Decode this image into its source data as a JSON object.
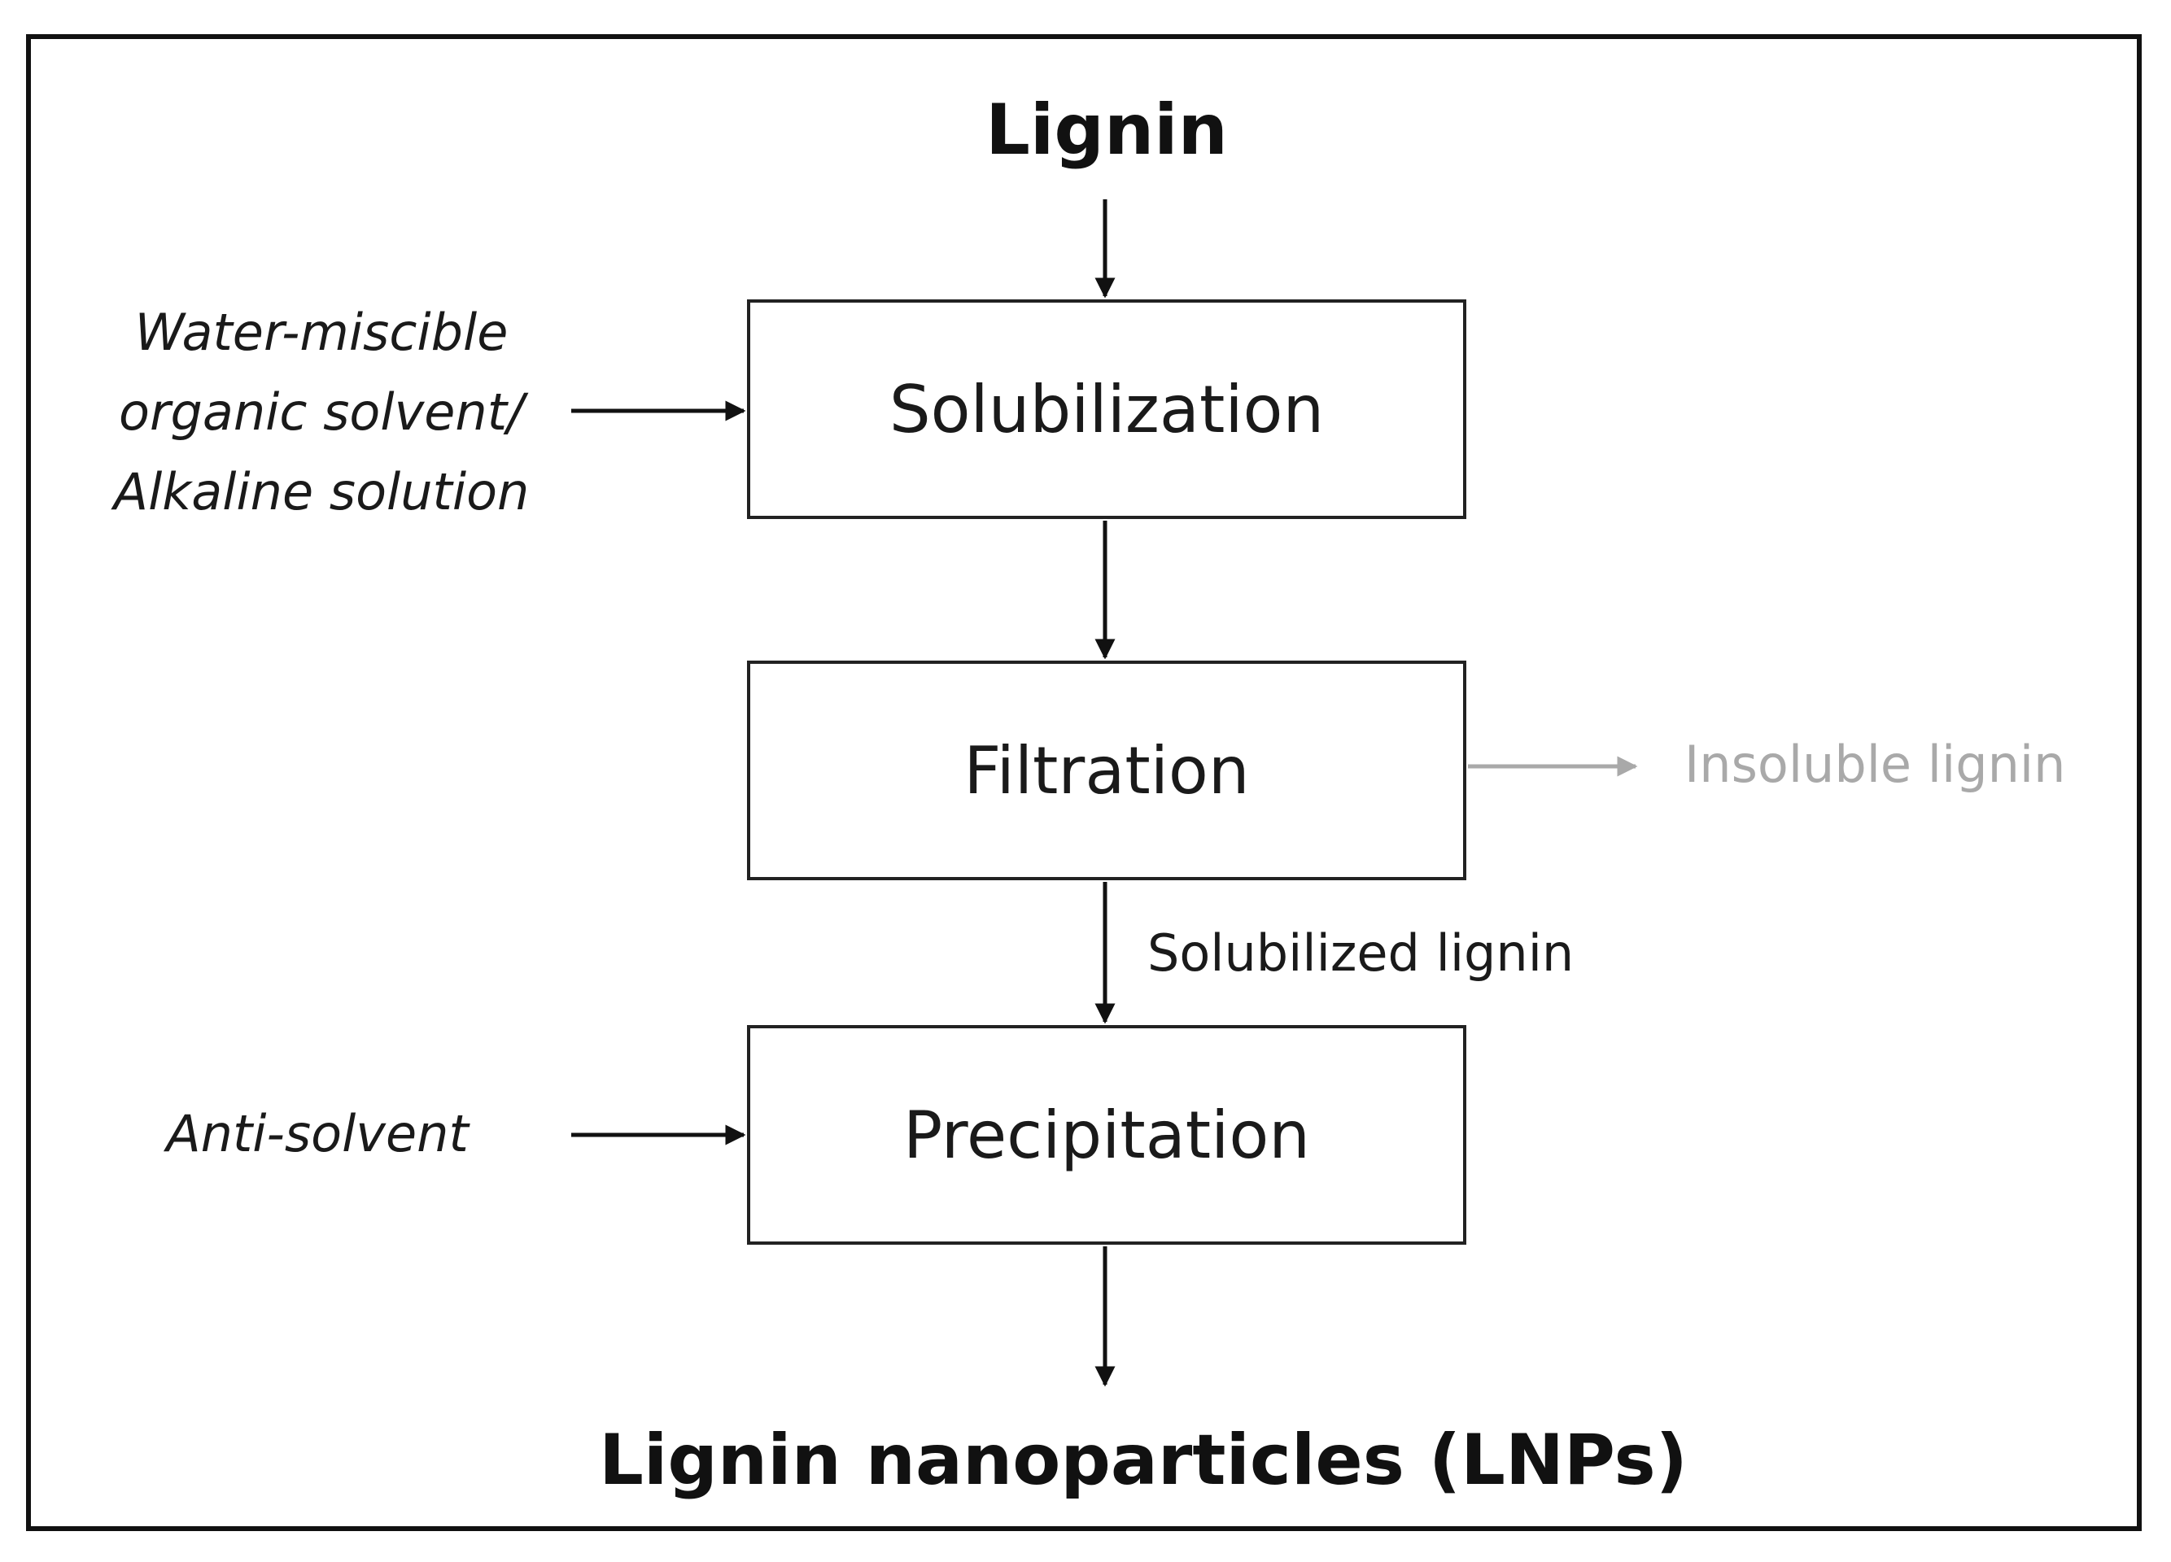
{
  "diagram": {
    "input_title": "Lignin",
    "output_title": "Lignin nanoparticles (LNPs)",
    "steps": [
      {
        "label": "Solubilization"
      },
      {
        "label": "Filtration"
      },
      {
        "label": "Precipitation"
      }
    ],
    "inputs": {
      "solvent_line1": "Water-miscible",
      "solvent_line2": "organic solvent/",
      "solvent_line3": "Alkaline solution",
      "anti_solvent": "Anti-solvent"
    },
    "outputs": {
      "insoluble": "Insoluble lignin",
      "solubilized": "Solubilized lignin"
    },
    "colors": {
      "line": "#111111",
      "muted_line": "#a9a9a9",
      "muted_text": "#a9a9a9"
    }
  }
}
